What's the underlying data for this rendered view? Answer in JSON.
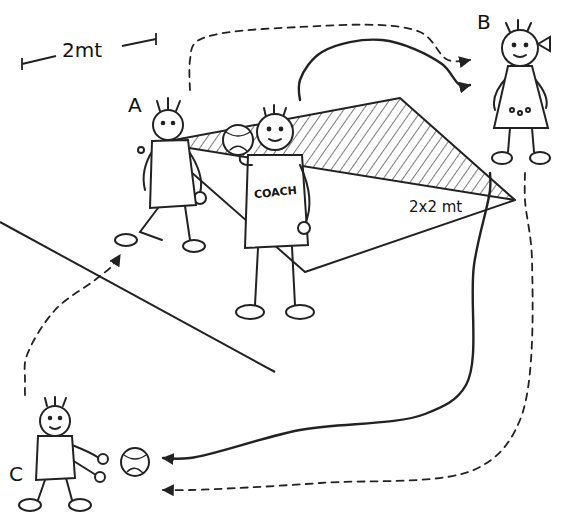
{
  "diagram": {
    "nodes": [
      {
        "text": [
          "2x2 mt"
        ]
      },
      {
        "text": [
          "A"
        ]
      },
      {
        "text": [
          "COACH"
        ]
      },
      {
        "text": [
          "B"
        ]
      },
      {
        "text": [
          "C"
        ]
      }
    ],
    "edges": [
      {
        "from": 1,
        "to": 3,
        "arrow": "to"
      },
      {
        "from": 2,
        "to": 3,
        "arrow": "to"
      },
      {
        "from": 3,
        "to": 4,
        "arrow": "to"
      },
      {
        "from": 3,
        "to": 4,
        "arrow": "to"
      },
      {
        "from": 4,
        "to": 1,
        "arrow": "to"
      }
    ],
    "labels": [
      "2mt"
    ]
  }
}
